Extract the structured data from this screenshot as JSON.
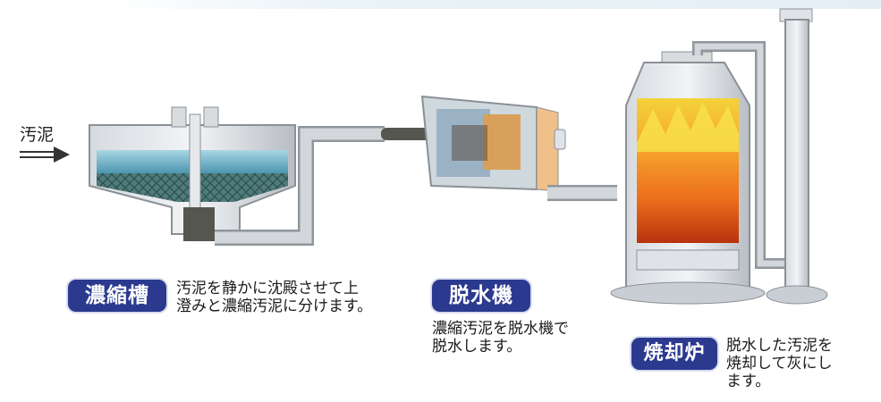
{
  "input": {
    "label": "汚泥"
  },
  "stages": [
    {
      "title": "濃縮槽",
      "description": [
        "汚泥を静かに沈殿させて上",
        "澄みと濃縮汚泥に分けます。"
      ]
    },
    {
      "title": "脱水機",
      "description": [
        "濃縮汚泥を脱水機で",
        "脱水します。"
      ]
    },
    {
      "title": "焼却炉",
      "description": [
        "脱水した汚泥を",
        "焼却して灰にし",
        "ます。"
      ]
    }
  ],
  "colors": {
    "badge": "#2b3a8f",
    "pipe": "#c9ced3",
    "sludge_pipe": "#55574f",
    "water": "#6aaec4",
    "flame": "#f28a1e"
  }
}
